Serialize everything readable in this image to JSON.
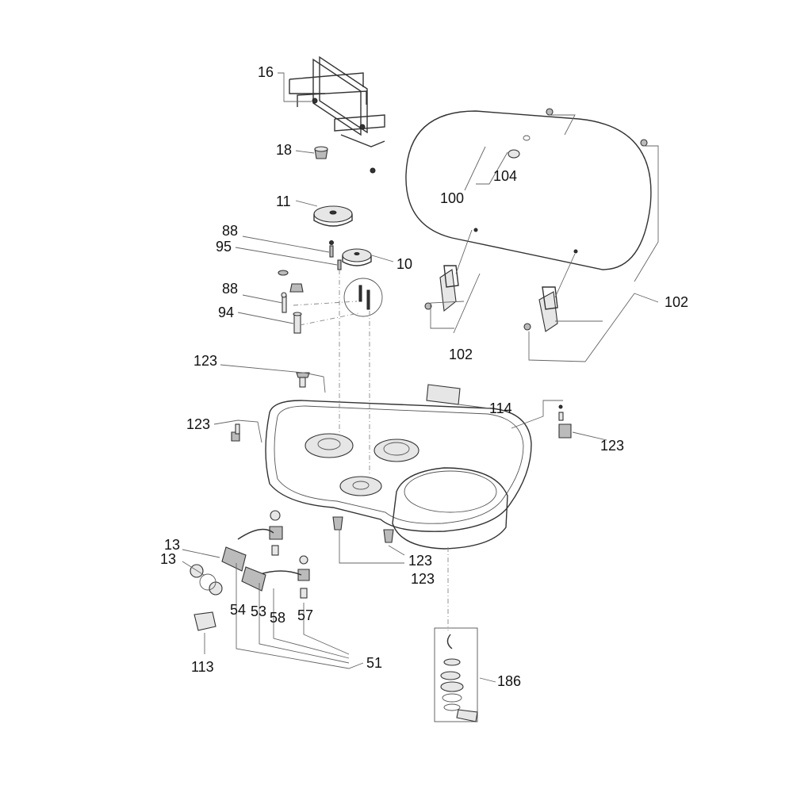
{
  "labels": {
    "p16": "16",
    "p18": "18",
    "p11": "11",
    "p88a": "88",
    "p95": "95",
    "p10": "10",
    "p88b": "88",
    "p94": "94",
    "p100": "100",
    "p104": "104",
    "p102a": "102",
    "p102b": "102",
    "p123a": "123",
    "p123b": "123",
    "p114": "114",
    "p123c": "123",
    "p123d": "123",
    "p123e": "123",
    "p13a": "13",
    "p13b": "13",
    "p54": "54",
    "p53": "53",
    "p58": "58",
    "p57": "57",
    "p113": "113",
    "p51": "51",
    "p186": "186"
  }
}
